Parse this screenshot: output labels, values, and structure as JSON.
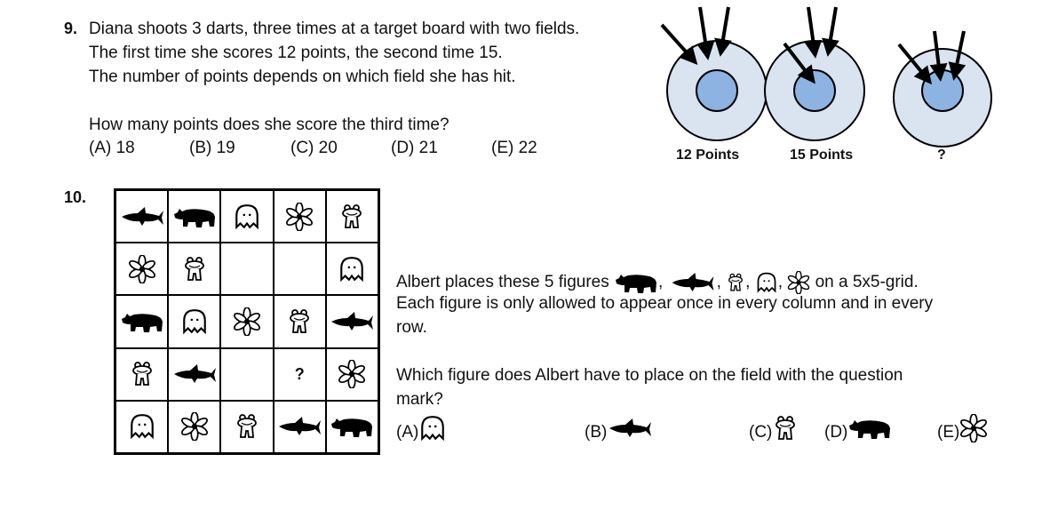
{
  "q9": {
    "number": "9.",
    "lines": [
      "Diana shoots 3 darts, three times at a target board with two fields.",
      "The first time she scores 12 points, the second time 15.",
      "The number of points depends on which field she has hit."
    ],
    "question": "How many points does she score the third time?",
    "options": [
      "(A) 18",
      "(B) 19",
      "(C) 20",
      "(D) 21",
      "(E) 22"
    ],
    "targets": [
      {
        "label": "12 Points",
        "inner_hits": 0
      },
      {
        "label": "15 Points",
        "inner_hits": 1
      },
      {
        "label": "?",
        "inner_hits": 3
      }
    ],
    "colors": {
      "outer": "#dae3f0",
      "inner": "#8db3e2"
    }
  },
  "q10": {
    "number": "10.",
    "grid": [
      [
        "shark",
        "rhino",
        "ghost",
        "flower",
        "frog"
      ],
      [
        "flower",
        "frog",
        "",
        "",
        "ghost"
      ],
      [
        "rhino",
        "ghost",
        "flower",
        "frog",
        "shark"
      ],
      [
        "frog",
        "shark",
        "",
        "?",
        "flower"
      ],
      [
        "ghost",
        "flower",
        "frog",
        "shark",
        "rhino"
      ]
    ],
    "line1a": "Albert places these 5 figures",
    "line1b": "on a 5x5-grid.",
    "sep": ",",
    "line2": "Each figure is only allowed to appear once in every column and in every",
    "line3": "row.",
    "question1": "Which figure does Albert have to place on the field with the question",
    "question2": "mark?",
    "options": [
      {
        "label": "(A)",
        "figure": "ghost"
      },
      {
        "label": "(B)",
        "figure": "shark"
      },
      {
        "label": "(C)",
        "figure": "frog"
      },
      {
        "label": "(D)",
        "figure": "rhino"
      },
      {
        "label": "(E)",
        "figure": "flower"
      }
    ]
  }
}
